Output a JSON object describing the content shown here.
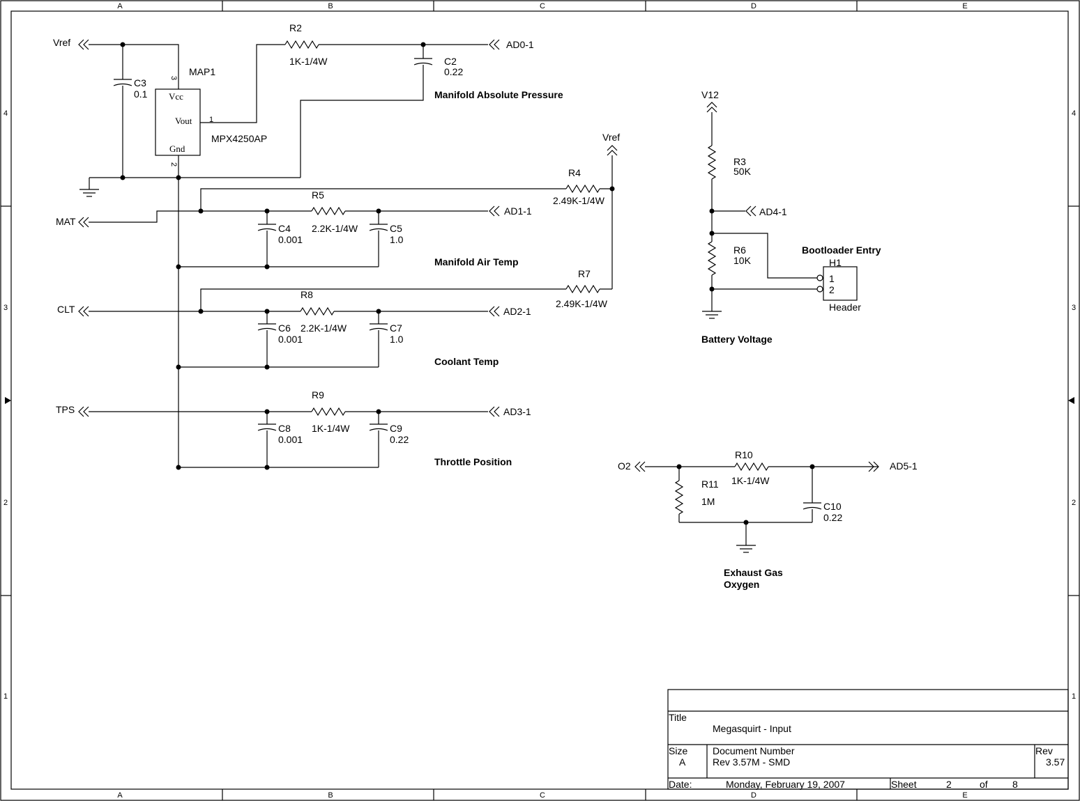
{
  "border": {
    "columns": [
      "A",
      "B",
      "C",
      "D",
      "E"
    ],
    "rows": [
      "4",
      "3",
      "2",
      "1"
    ]
  },
  "nets": {
    "vref_top": "Vref",
    "vref_right": "Vref",
    "ad0": "AD0-1",
    "ad1": "AD1-1",
    "ad2": "AD2-1",
    "ad3": "AD3-1",
    "ad4": "AD4-1",
    "ad5": "AD5-1",
    "mat": "MAT",
    "clt": "CLT",
    "tps": "TPS",
    "v12": "V12",
    "o2": "O2"
  },
  "components": {
    "r2": {
      "ref": "R2",
      "value": "1K-1/4W"
    },
    "c2": {
      "ref": "C2",
      "value": "0.22"
    },
    "c3": {
      "ref": "C3",
      "value": "0.1"
    },
    "map1": {
      "ref": "MAP1",
      "part": "MPX4250AP",
      "pin_vcc": "Vcc",
      "pin_vout": "Vout",
      "pin_gnd": "Gnd",
      "pin3": "3",
      "pin1": "1",
      "pin2": "2"
    },
    "r4": {
      "ref": "R4",
      "value": "2.49K-1/4W"
    },
    "r5": {
      "ref": "R5",
      "value": "2.2K-1/4W"
    },
    "c4": {
      "ref": "C4",
      "value": "0.001"
    },
    "c5": {
      "ref": "C5",
      "value": "1.0"
    },
    "r7": {
      "ref": "R7",
      "value": "2.49K-1/4W"
    },
    "r8": {
      "ref": "R8",
      "value": "2.2K-1/4W"
    },
    "c6": {
      "ref": "C6",
      "value": "0.001"
    },
    "c7": {
      "ref": "C7",
      "value": "1.0"
    },
    "r9": {
      "ref": "R9",
      "value": "1K-1/4W"
    },
    "c8": {
      "ref": "C8",
      "value": "0.001"
    },
    "c9": {
      "ref": "C9",
      "value": "0.22"
    },
    "r3": {
      "ref": "R3",
      "value": "50K"
    },
    "r6": {
      "ref": "R6",
      "value": "10K"
    },
    "h1": {
      "ref": "H1",
      "part": "Header",
      "pin1": "1",
      "pin2": "2"
    },
    "r10": {
      "ref": "R10",
      "value": "1K-1/4W"
    },
    "r11": {
      "ref": "R11",
      "value": "1M"
    },
    "c10": {
      "ref": "C10",
      "value": "0.22"
    }
  },
  "sections": {
    "map": "Manifold Absolute Pressure",
    "mat": "Manifold Air Temp",
    "clt": "Coolant Temp",
    "tps": "Throttle Position",
    "batt": "Battery Voltage",
    "boot": "Bootloader Entry",
    "ego1": "Exhaust Gas",
    "ego2": "Oxygen"
  },
  "title_block": {
    "title_label": "Title",
    "title": "Megasquirt - Input",
    "size_label": "Size",
    "size": "A",
    "docnum_label": "Document Number",
    "docnum": "Rev 3.57M  - SMD",
    "rev_label": "Rev",
    "rev": "3.57",
    "date_label": "Date:",
    "date": "Monday, February 19, 2007",
    "sheet_label": "Sheet",
    "sheet": "2",
    "of_label": "of",
    "of": "8"
  }
}
